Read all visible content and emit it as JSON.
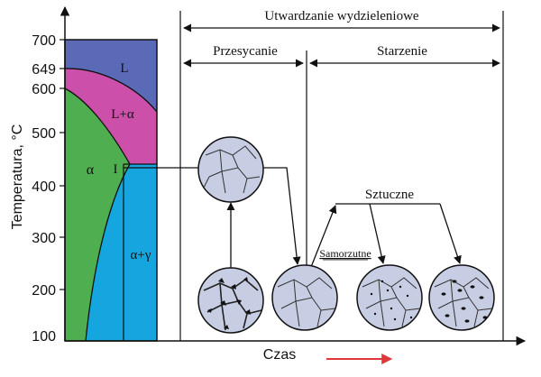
{
  "axes": {
    "y_label": "Temperatura, °C",
    "x_label": "Czas",
    "y_ticks": [
      "700",
      "649",
      "600",
      "500",
      "400",
      "300",
      "200",
      "100"
    ]
  },
  "phases": {
    "L": "L",
    "L_alpha": "L+α",
    "alpha": "α",
    "marker_I": "I",
    "alpha_gamma": "α+γ"
  },
  "process": {
    "title": "Utwardzanie wydzieleniowe",
    "step1": "Przesycanie",
    "step2": "Starzenie",
    "artificial": "Sztuczne",
    "natural": "Samorzutne"
  },
  "colors": {
    "liquid": "#5a6ab7",
    "liquid_alpha": "#cc4fa9",
    "alpha": "#4fae4f",
    "alpha_gamma": "#16a6df",
    "grain": "#c7cde3",
    "arrow_red": "#e0383a"
  }
}
